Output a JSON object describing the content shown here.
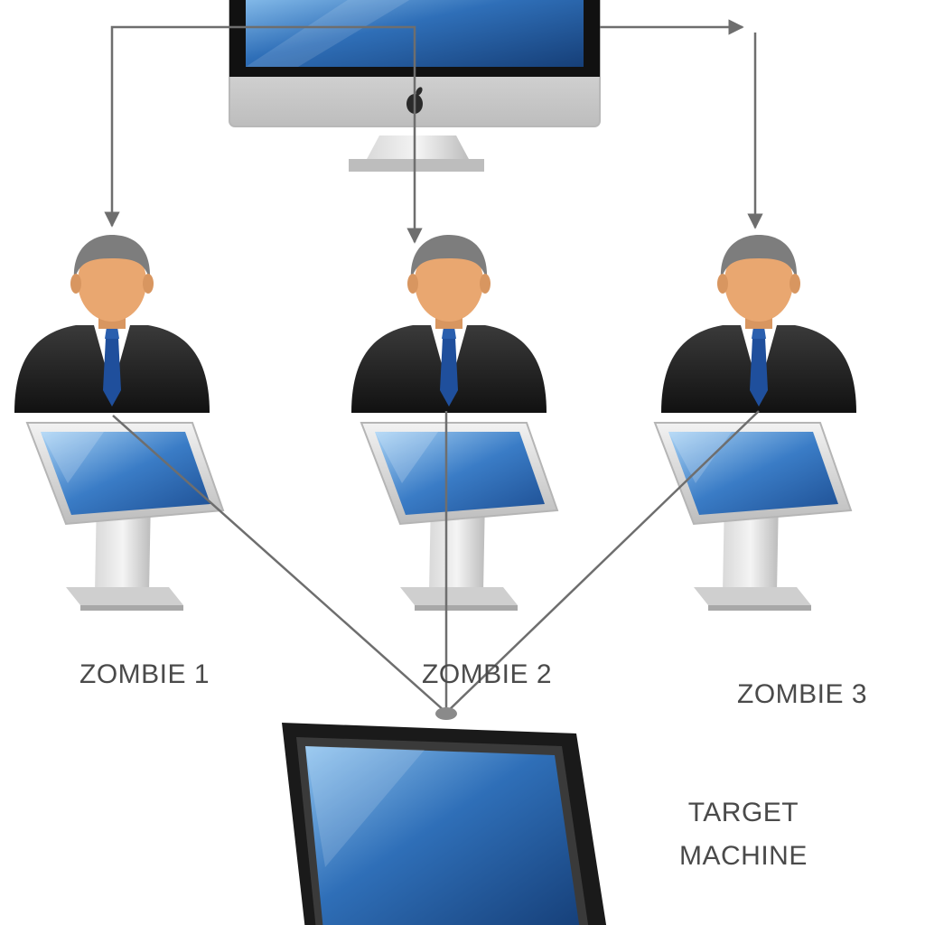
{
  "labels": {
    "zombie_1": "ZOMBIE 1",
    "zombie_2": "ZOMBIE 2",
    "zombie_3": "ZOMBIE 3",
    "target_line_1": "TARGET",
    "target_line_2": "MACHINE"
  },
  "colors": {
    "connector": "#6e6e6e",
    "screen_blue": "#2f6fb8",
    "suit": "#1c1c1c",
    "tie": "#1f4f9c",
    "skin": "#e9a770",
    "hair": "#7d7d7d",
    "silver": "#cfcfcf"
  },
  "icons": {
    "controller": "imac-computer-icon",
    "zombie": "businessman-icon",
    "kiosk": "kiosk-terminal-icon",
    "target": "monitor-icon"
  }
}
